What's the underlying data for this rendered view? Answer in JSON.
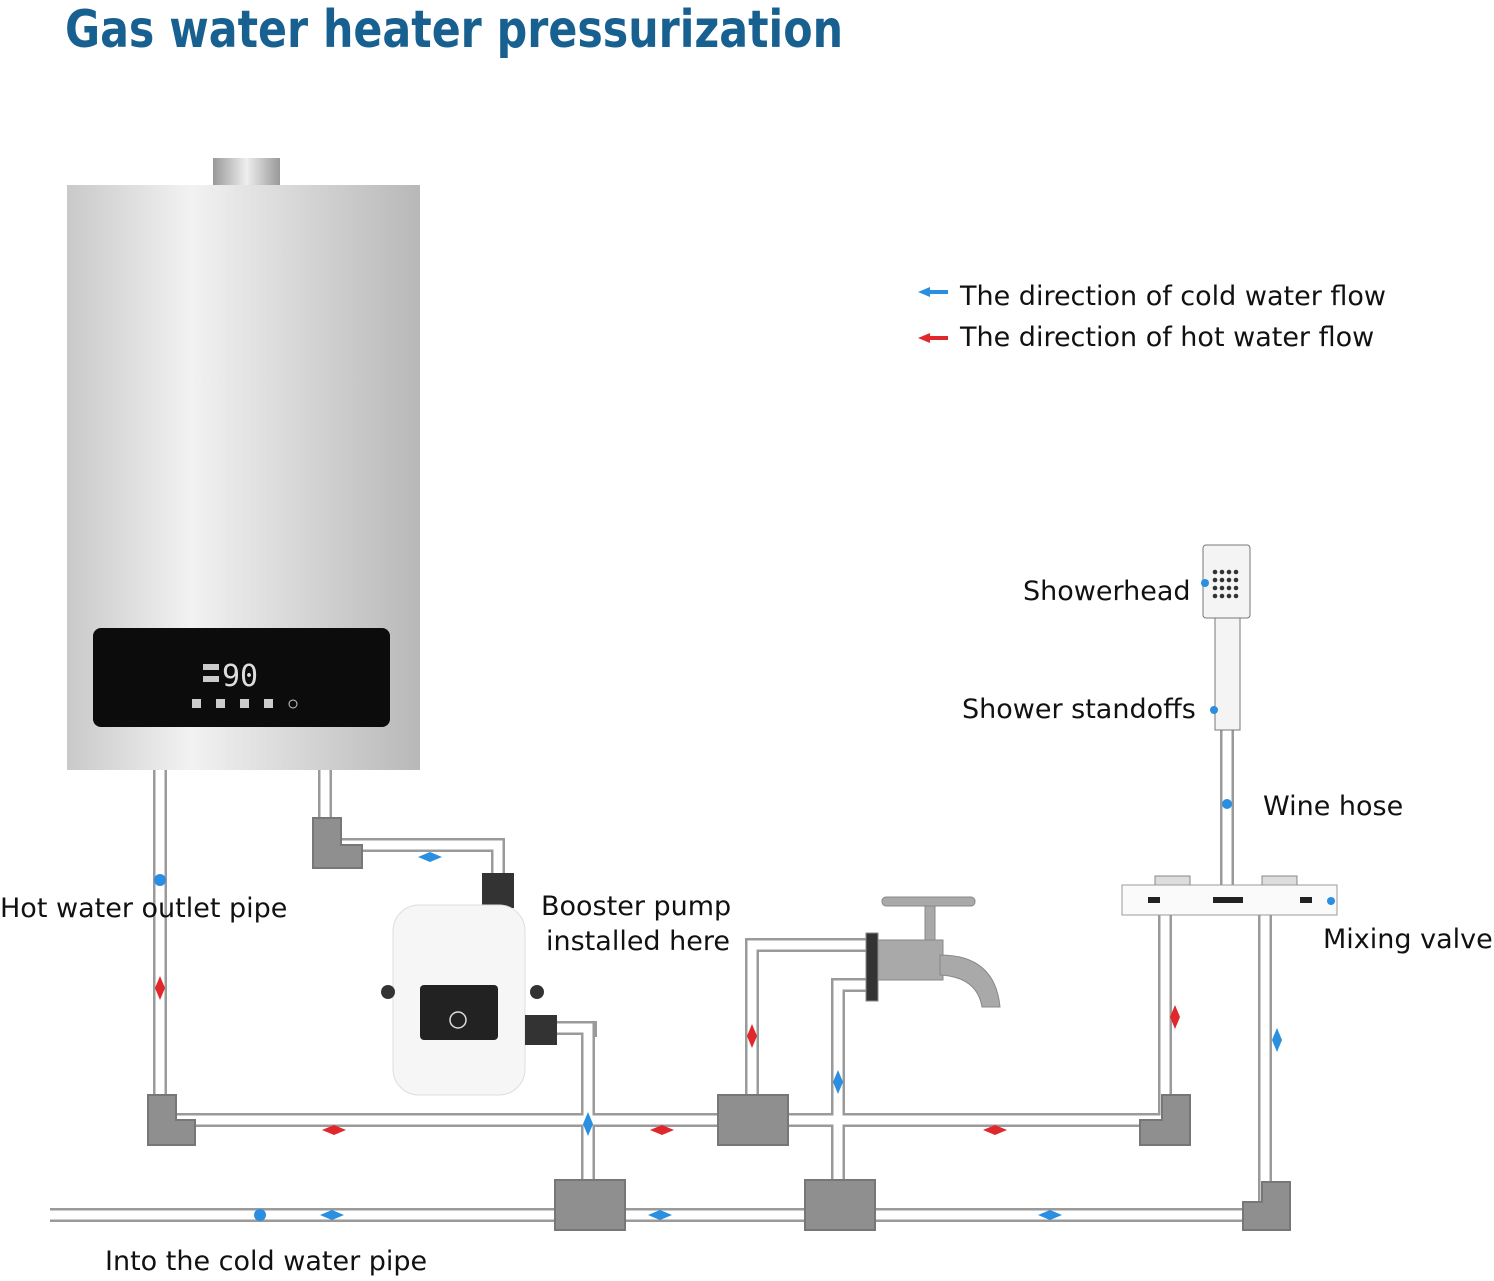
{
  "title": "Gas water heater pressurization",
  "legend": {
    "cold": {
      "label": "The direction of cold water flow",
      "color": "#2a8fe0"
    },
    "hot": {
      "label": "The direction of hot water flow",
      "color": "#e0282c"
    }
  },
  "heater": {
    "display_value": "90"
  },
  "labels": {
    "hot_outlet": "Hot water outlet pipe",
    "booster_line1": "Booster pump",
    "booster_line2": "installed here",
    "showerhead": "Showerhead",
    "standoffs": "Shower standoffs",
    "hose": "Wine hose",
    "mixing_valve": "Mixing valve",
    "cold_inlet": "Into the cold water pipe"
  },
  "colors": {
    "title": "#17608f",
    "cold": "#2a8fe0",
    "hot": "#e0282c"
  }
}
